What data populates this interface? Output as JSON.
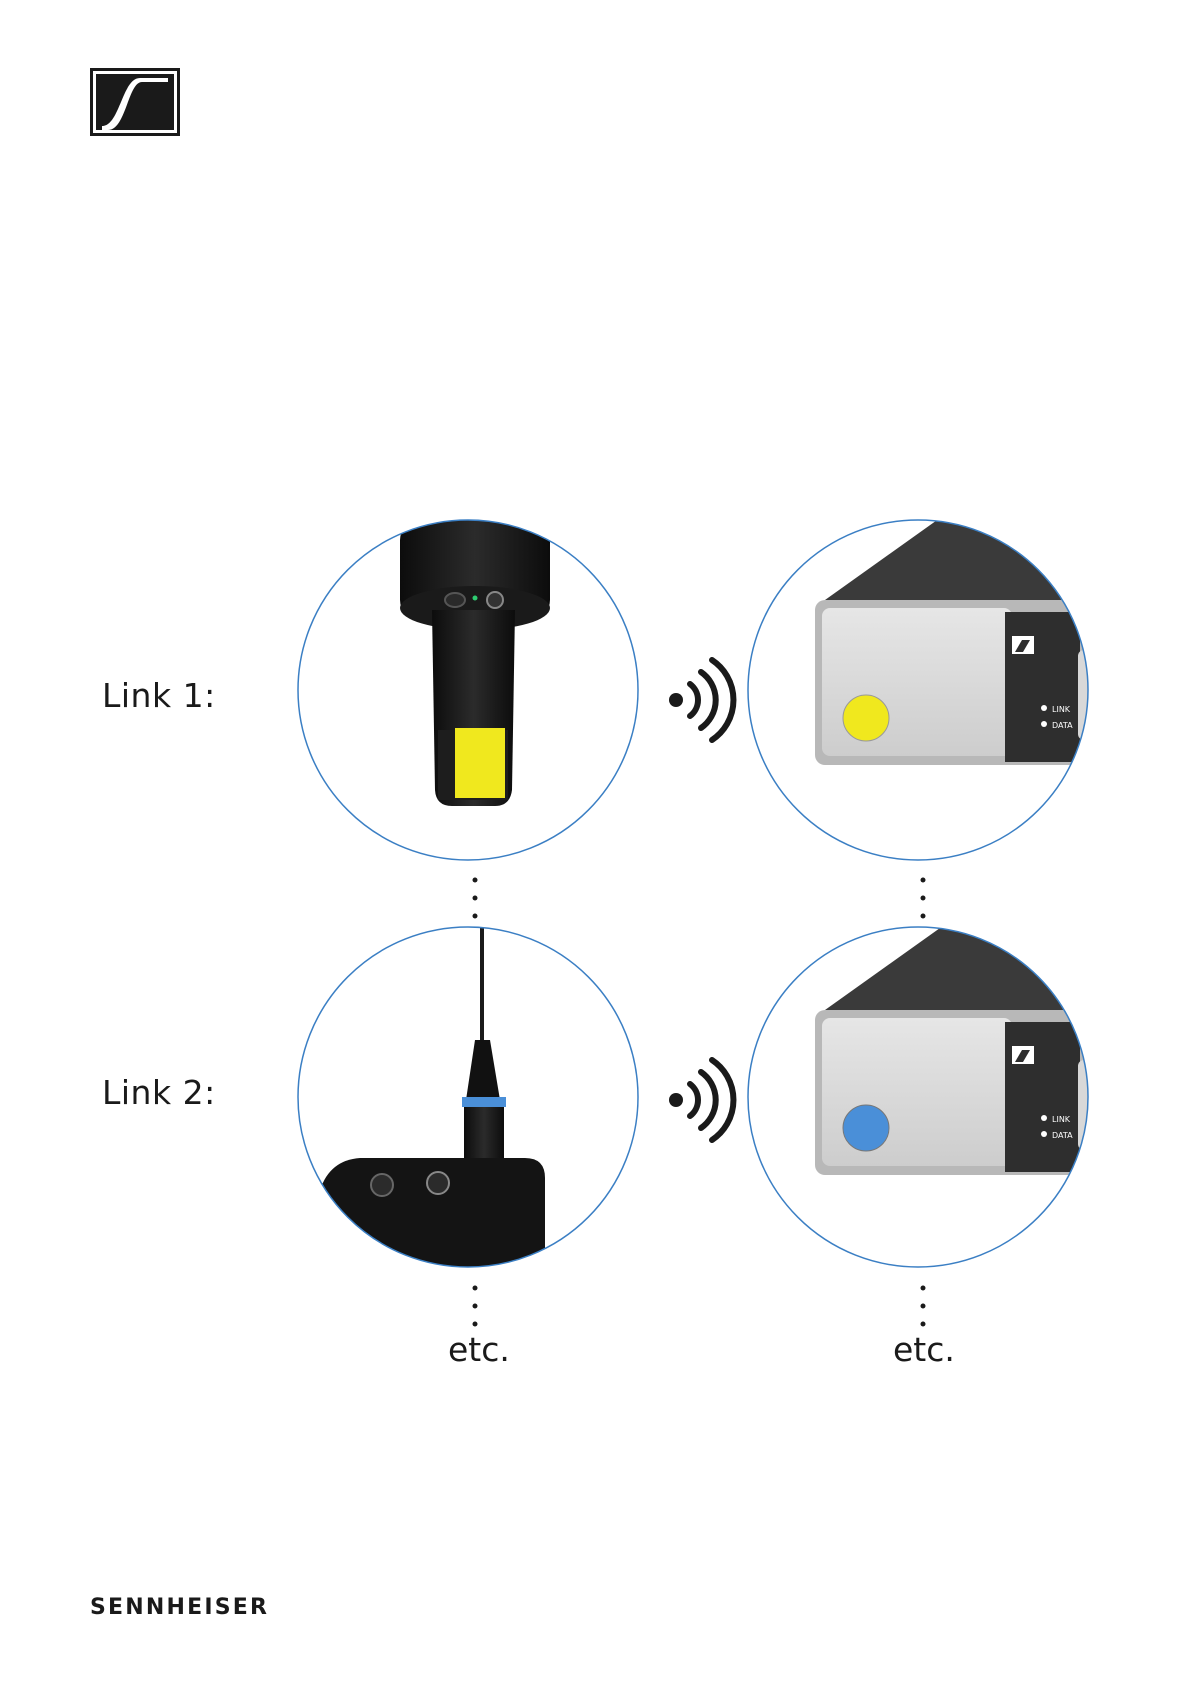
{
  "labels": {
    "link1": "Link 1:",
    "link2": "Link 2:",
    "etc_left": "etc.",
    "etc_right": "etc."
  },
  "receiver_panel": {
    "led_link": "LINK",
    "led_data": "DATA"
  },
  "brand": {
    "wordmark": "SENNHEISER",
    "logo_icon": "sennheiser-logo-icon"
  },
  "colors": {
    "link1": "#f0e81e",
    "link2": "#4a8fd8",
    "circle_outline": "#3b7fc4"
  }
}
